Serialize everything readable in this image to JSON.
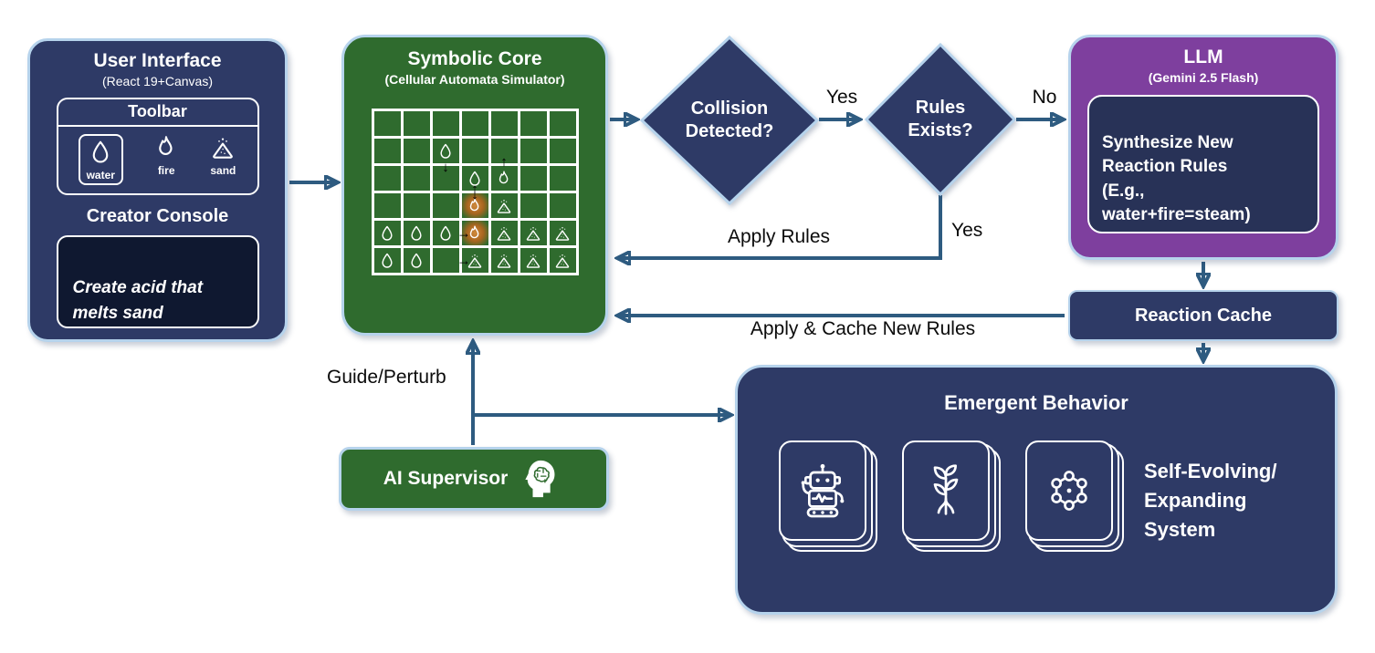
{
  "colors": {
    "navy": "#2e3a66",
    "green": "#2f6b2e",
    "purple": "#7e3f9e",
    "box_border": "#b6d3ec",
    "arrow": "#2e5b80",
    "console_bg": "#0f1830",
    "llm_inner_bg": "#283257",
    "collision_glow": "#d08a3c"
  },
  "nodes": {
    "user_interface": {
      "title": "User Interface",
      "subtitle": "(React 19+Canvas)",
      "toolbar": {
        "title": "Toolbar",
        "tools": [
          {
            "label": "water",
            "icon": "water-icon"
          },
          {
            "label": "fire",
            "icon": "fire-icon"
          },
          {
            "label": "sand",
            "icon": "sand-icon"
          }
        ]
      },
      "creator_console": {
        "title": "Creator Console",
        "prompt": "Create acid that\nmelts sand"
      }
    },
    "symbolic_core": {
      "title": "Symbolic Core",
      "subtitle": "(Cellular Automata Simulator)",
      "grid": {
        "cols": 7,
        "rows": 6,
        "legend": {
          "W": "water",
          "F": "fire",
          "S": "sand",
          "*": "collision-highlight",
          "v": "arrow-down",
          "^": "arrow-up",
          ">": "arrow-right"
        },
        "cells": [
          [
            "",
            "",
            "",
            "",
            "",
            "",
            ""
          ],
          [
            "",
            "",
            "Wv",
            "",
            "",
            "",
            ""
          ],
          [
            "",
            "",
            "",
            "Wv",
            "F^",
            "",
            ""
          ],
          [
            "",
            "",
            "",
            "F*^",
            "S",
            "",
            ""
          ],
          [
            "W",
            "W",
            "W>",
            "F*",
            "S",
            "S",
            "S"
          ],
          [
            "W",
            "W",
            ">",
            "S",
            "S",
            "S",
            "S"
          ]
        ]
      }
    },
    "collision_decision": {
      "label": "Collision Detected?"
    },
    "rules_decision": {
      "label": "Rules Exists?"
    },
    "llm": {
      "title": "LLM",
      "subtitle": "(Gemini 2.5 Flash)",
      "body": "Synthesize New\nReaction Rules\n(E.g.,\nwater+fire=steam)"
    },
    "reaction_cache": {
      "label": "Reaction Cache"
    },
    "emergent_behavior": {
      "title": "Emergent Behavior",
      "caption": "Self-Evolving/\nExpanding\nSystem",
      "icons": [
        "robot-icon",
        "plant-icon",
        "molecule-icon"
      ]
    },
    "ai_supervisor": {
      "label": "AI Supervisor",
      "icon": "brain-head-icon"
    }
  },
  "edges": {
    "collision_yes": "Yes",
    "rules_no": "No",
    "rules_yes": "Yes",
    "apply_rules": "Apply Rules",
    "apply_cache": "Apply & Cache New Rules",
    "guide_perturb": "Guide/Perturb"
  }
}
